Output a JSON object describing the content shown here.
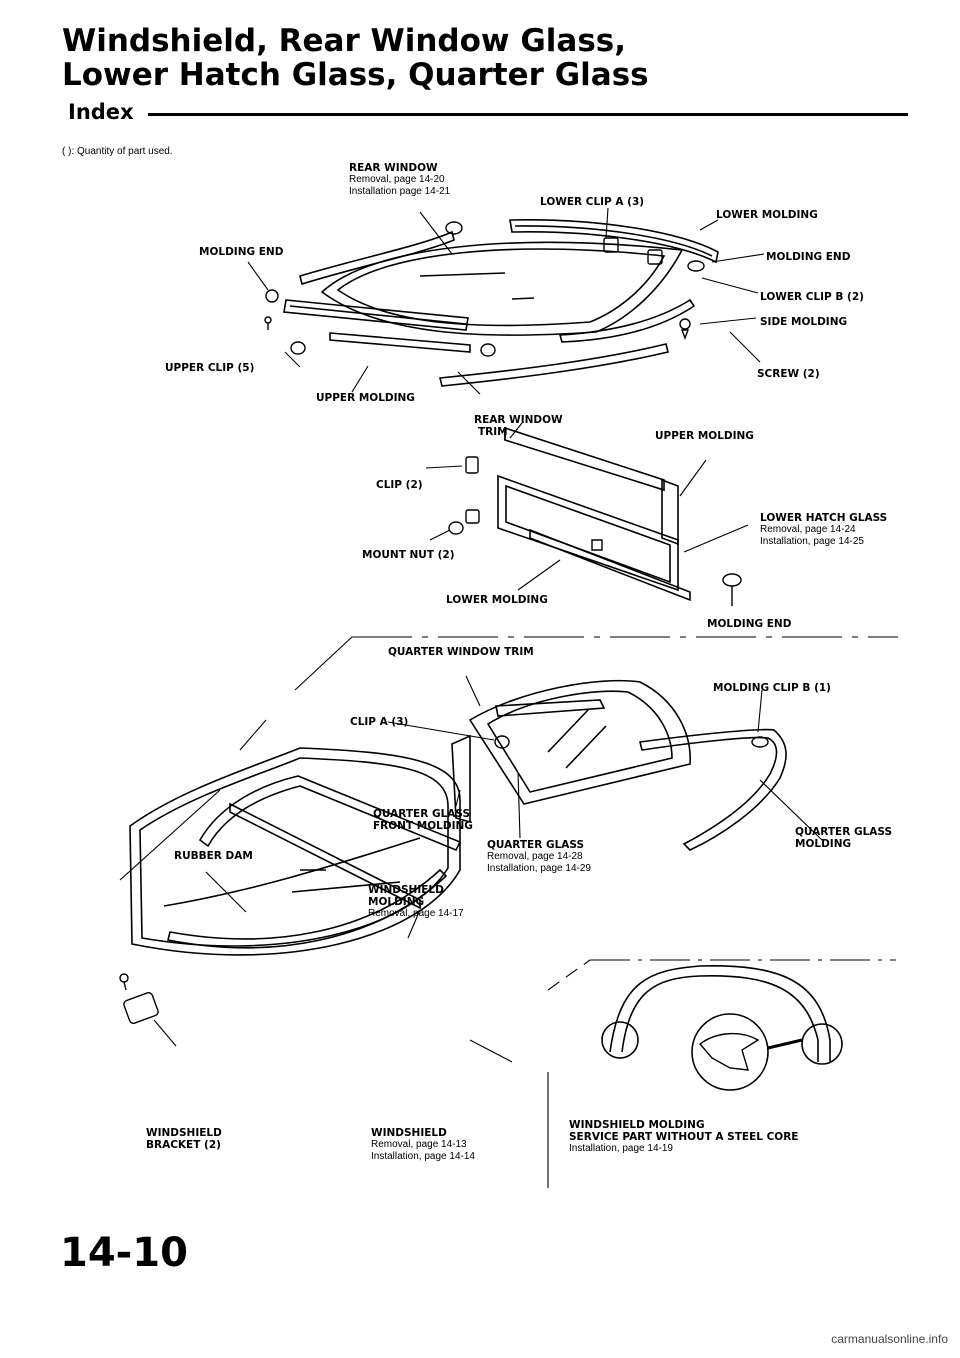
{
  "header": {
    "title_line1": "Windshield, Rear Window Glass,",
    "title_line2": "Lower Hatch Glass, Quarter Glass",
    "index": "Index"
  },
  "note": "( ): Quantity of part used.",
  "labels": {
    "rear_window": "REAR WINDOW",
    "rear_window_removal": "Removal, page 14-20",
    "rear_window_install": "Installation page 14-21",
    "lower_clip_a": "LOWER CLIP A (3)",
    "lower_molding_top": "LOWER MOLDING",
    "molding_end_left": "MOLDING END",
    "molding_end_right": "MOLDING END",
    "lower_clip_b": "LOWER CLIP B (2)",
    "side_molding": "SIDE MOLDING",
    "upper_clip": "UPPER CLIP (5)",
    "screw": "SCREW (2)",
    "upper_molding_left": "UPPER MOLDING",
    "rear_window_trim_1": "REAR WINDOW",
    "rear_window_trim_2": "TRIM",
    "upper_molding_right": "UPPER MOLDING",
    "clip_2": "CLIP (2)",
    "lower_hatch_glass": "LOWER HATCH GLASS",
    "lower_hatch_removal": "Removal, page 14-24",
    "lower_hatch_install": "Installation, page 14-25",
    "mount_nut": "MOUNT NUT (2)",
    "lower_molding_mid": "LOWER MOLDING",
    "molding_end_mid": "MOLDING END",
    "quarter_window_trim": "QUARTER WINDOW TRIM",
    "molding_clip_b": "MOLDING CLIP B (1)",
    "clip_a": "CLIP A (3)",
    "quarter_glass_front_molding_1": "QUARTER GLASS",
    "quarter_glass_front_molding_2": "FRONT MOLDING",
    "quarter_glass": "QUARTER GLASS",
    "quarter_glass_removal": "Removal, page 14-28",
    "quarter_glass_install": "Installation, page 14-29",
    "quarter_glass_molding_1": "QUARTER GLASS",
    "quarter_glass_molding_2": "MOLDING",
    "rubber_dam": "RUBBER DAM",
    "windshield_molding_1": "WINDSHIELD",
    "windshield_molding_2": "MOLDING",
    "windshield_molding_removal": "Removal, page 14-17",
    "windshield_bracket_1": "WINDSHIELD",
    "windshield_bracket_2": "BRACKET (2)",
    "windshield": "WINDSHIELD",
    "windshield_removal": "Removal, page 14-13",
    "windshield_install": "Installation, page 14-14",
    "service_part_1": "WINDSHIELD MOLDING",
    "service_part_2": "SERVICE PART WITHOUT A STEEL CORE",
    "service_part_install": "Installation, page 14-19"
  },
  "page_number": "14-10",
  "footer": "carmanualsonline.info"
}
